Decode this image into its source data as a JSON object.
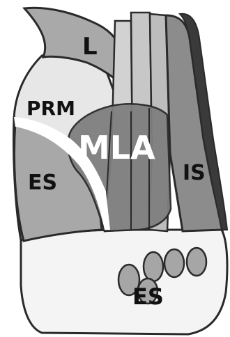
{
  "labels": {
    "l": "L",
    "prm": "PRM",
    "mla": "MLA",
    "es_upper": "ES",
    "is": "IS",
    "es_lower": "ES"
  },
  "colors": {
    "outline": "#2a2a2a",
    "l_region": "#a9a9a9",
    "prm_region": "#e7e7e7",
    "es_upper_region": "#a8a8a8",
    "band_light": "#d2d2d2",
    "band_mid": "#bdbdbd",
    "band_dark": "#9a9a9a",
    "mla_region": "#7f7f7f",
    "is_region": "#8c8c8c",
    "edge_dark": "#3a3a3a",
    "lower_region": "#f4f4f4",
    "bones": "#a6a6a6"
  }
}
